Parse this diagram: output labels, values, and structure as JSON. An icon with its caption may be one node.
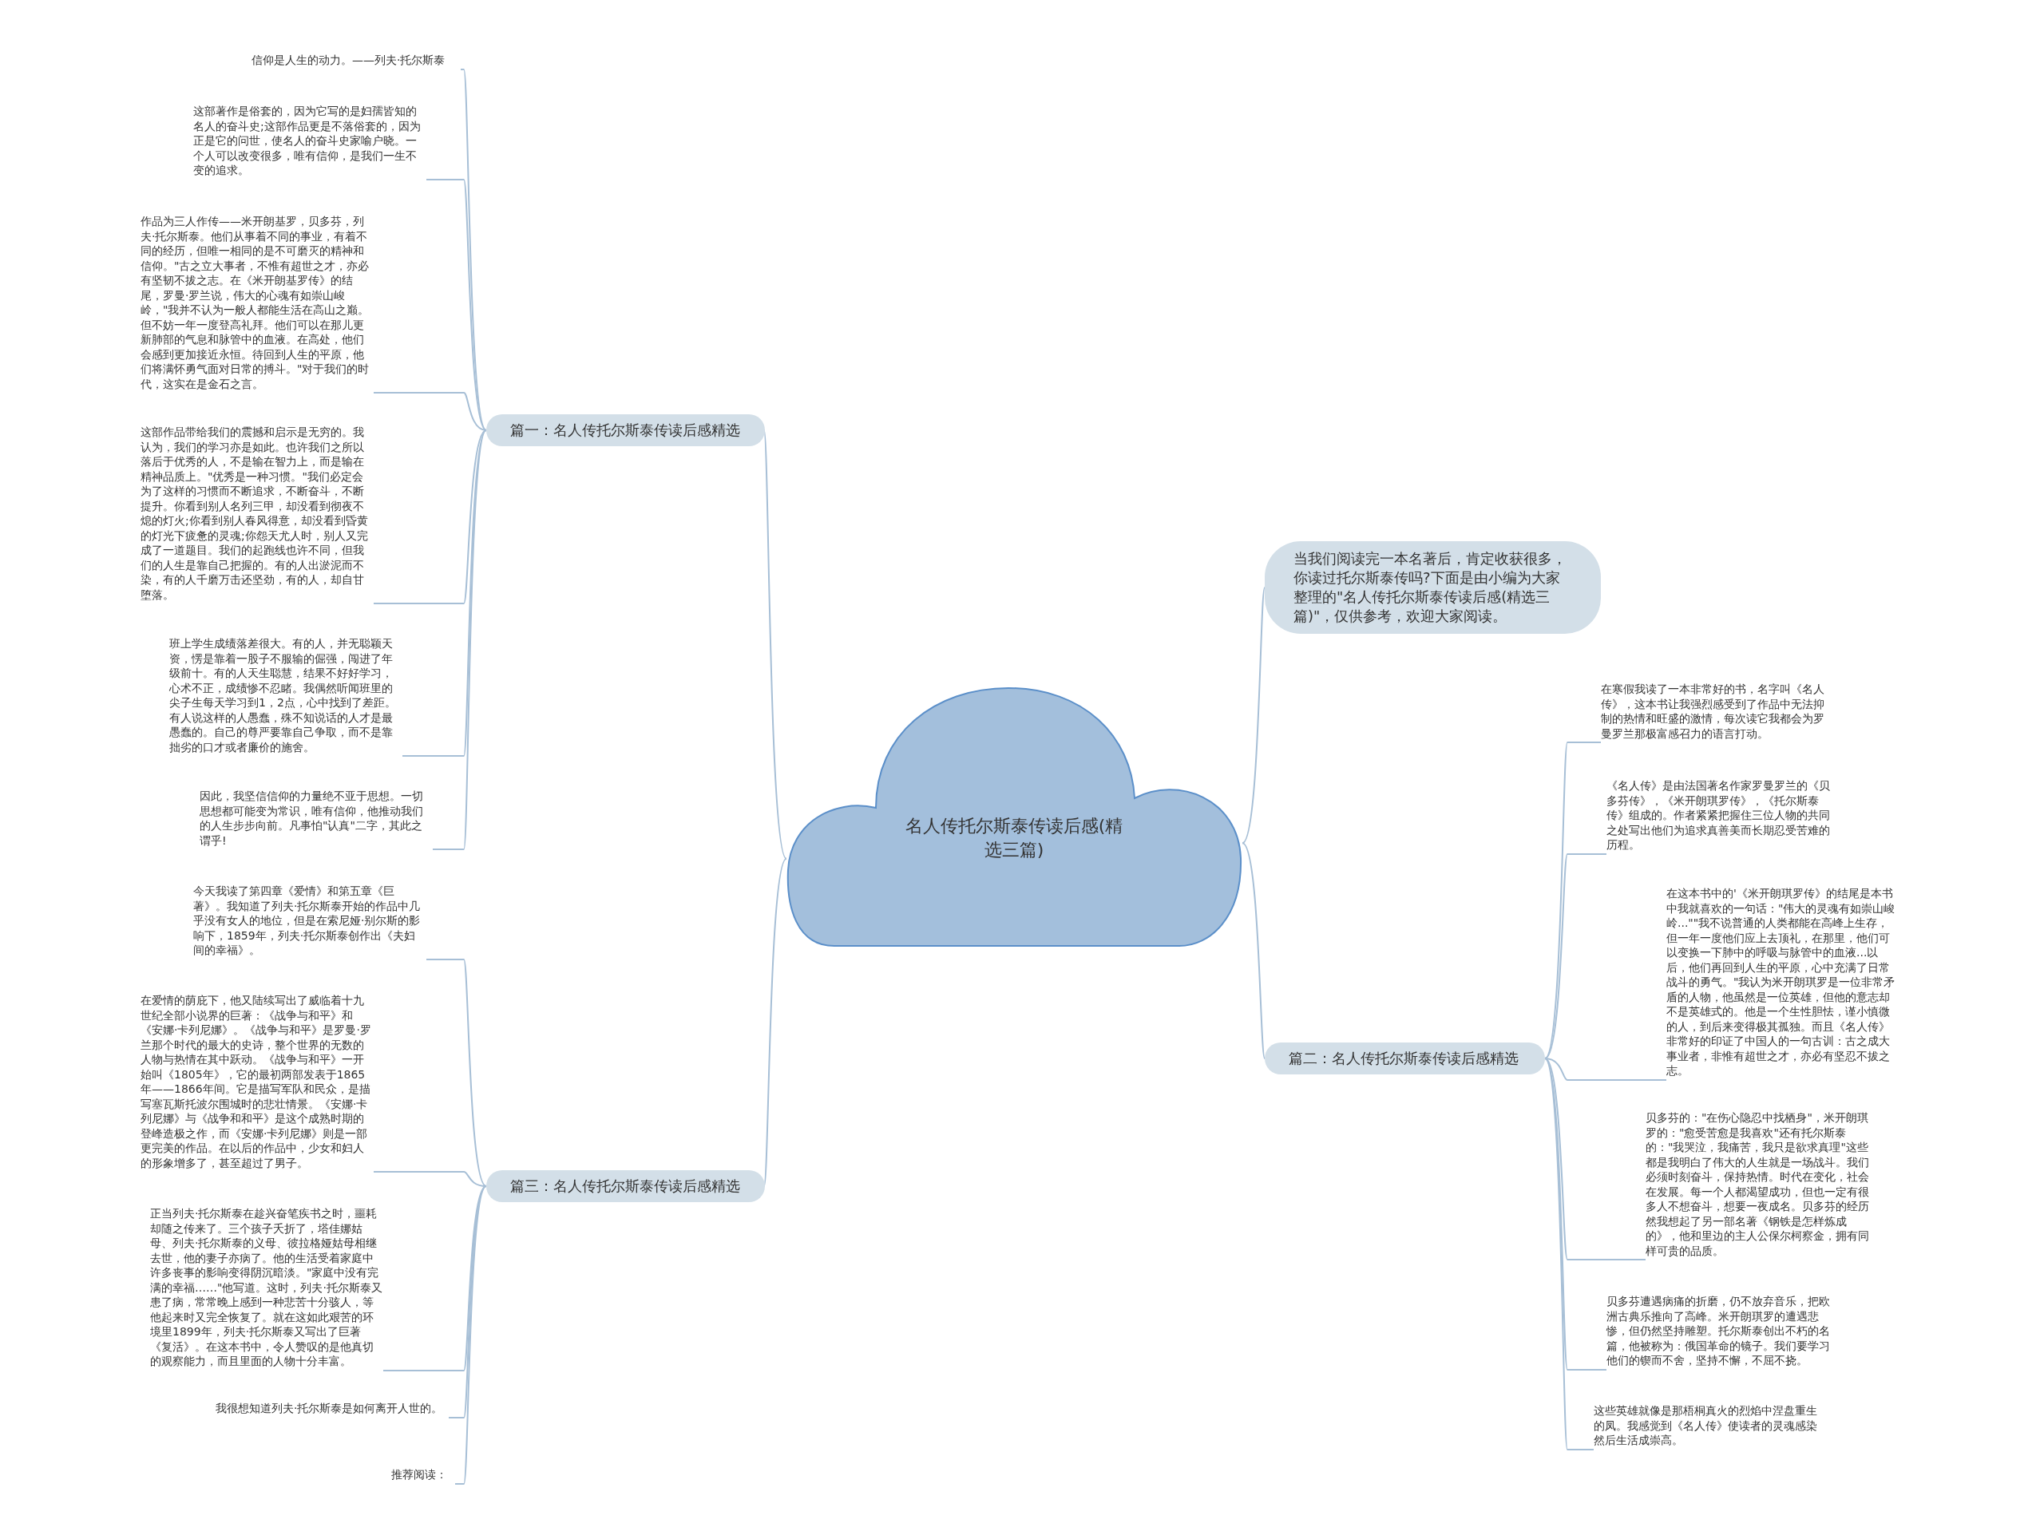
{
  "diagram": {
    "nodes": [
      {
        "text": [
          "名人传托尔斯泰传读后感(精选三篇)"
        ]
      },
      {
        "text": [
          "篇一：名人传托尔斯泰传读后感精选"
        ]
      },
      {
        "text": [
          "信仰是人生的动力。——列夫·托尔斯泰"
        ]
      },
      {
        "text": [
          "这部著作是俗套的，因为它写的是妇孺皆知的名人的奋斗史;这部作品更是不落俗套的，因为正是它的问世，使名人的奋斗史家喻户晓。一个人可以改变很多，唯有信仰，是我们一生不变的追求。"
        ]
      },
      {
        "text": [
          "作品为三人作传——米开朗基罗，贝多芬，列夫·托尔斯泰。他们从事着不同的事业，有着不同的经历，但唯一相同的是不可磨灭的精神和信仰。\"古之立大事者，不惟有超世之才，亦必有坚韧不拔之志。在《米开朗基罗传》的结尾，罗曼·罗兰说，伟大的心魂有如崇山峻岭，\"我并不认为一般人都能生活在高山之巅。但不妨一年一度登高礼拜。他们可以在那儿更新肺部的气息和脉管中的血液。在高处，他们会感到更加接近永恒。待回到人生的平原，他们将满怀勇气面对日常的搏斗。\"对于我们的时代，这实在是金石之言。"
        ]
      },
      {
        "text": [
          "这部作品带给我们的震撼和启示是无穷的。我认为，我们的学习亦是如此。也许我们之所以落后于优秀的人，不是输在智力上，而是输在精神品质上。\"优秀是一种习惯。\"我们必定会为了这样的习惯而不断追求，不断奋斗，不断提升。你看到别人名列三甲，却没看到彻夜不熄的灯火;你看到别人春风得意，却没看到昏黄的灯光下疲惫的灵魂;你怨天尤人时，别人又完成了一道题目。我们的起跑线也许不同，但我们的人生是靠自己把握的。有的人出淤泥而不染，有的人千磨万击还坚劲，有的人，却自甘堕落。"
        ]
      },
      {
        "text": [
          "班上学生成绩落差很大。有的人，并无聪颖天资，愣是靠着一股子不服输的倔强，闯进了年级前十。有的人天生聪慧，结果不好好学习，心术不正，成绩惨不忍睹。我偶然听闻班里的尖子生每天学习到1，2点，心中找到了差距。有人说这样的人愚蠢，殊不知说话的人才是最愚蠢的。自己的尊严要靠自己争取，而不是靠拙劣的口才或者廉价的施舍。"
        ]
      },
      {
        "text": [
          "因此，我坚信信仰的力量绝不亚于思想。一切思想都可能变为常识，唯有信仰，他推动我们的人生步步向前。凡事怕\"认真\"二字，其此之谓乎!"
        ]
      },
      {
        "text": [
          "篇三：名人传托尔斯泰传读后感精选"
        ]
      },
      {
        "text": [
          "今天我读了第四章《爱情》和第五章《巨著》。我知道了列夫·托尔斯泰开始的作品中几乎没有女人的地位，但是在索尼娅·别尔斯的影响下，1859年，列夫·托尔斯泰创作出《夫妇间的幸福》。"
        ]
      },
      {
        "text": [
          "在爱情的荫庇下，他又陆续写出了威临着十九世纪全部小说界的巨著：《战争与和平》和《安娜·卡列尼娜》。《战争与和平》是罗曼·罗兰那个时代的最大的史诗，整个世界的无数的人物与热情在其中跃动。《战争与和平》一开始叫《1805年》，它的最初两部发表于1865年——1866年间。它是描写军队和民众，是描写塞瓦斯托波尔围城时的悲壮情景。《安娜·卡列尼娜》与《战争和和平》是这个成熟时期的登峰造极之作，而《安娜·卡列尼娜》则是一部更完美的作品。在以后的作品中，少女和妇人的形象增多了，甚至超过了男子。"
        ]
      },
      {
        "text": [
          "正当列夫·托尔斯泰在趁兴奋笔疾书之时，噩耗却随之传来了。三个孩子夭折了，塔佳娜姑母、列夫·托尔斯泰的义母、彼拉格娅姑母相继去世，他的妻子亦病了。他的生活受着家庭中许多丧事的影响变得阴沉暗淡。\"家庭中没有完满的幸福……\"他写道。这时，列夫·托尔斯泰又患了病，常常晚上感到一种悲苦十分骇人，等他起来时又完全恢复了。就在这如此艰苦的环境里1899年，列夫·托尔斯泰又写出了巨著《复活》。在这本书中，令人赞叹的是他真切的观察能力，而且里面的人物十分丰富。"
        ]
      },
      {
        "text": [
          "我很想知道列夫·托尔斯泰是如何离开人世的。"
        ]
      },
      {
        "text": [
          "推荐阅读："
        ]
      },
      {
        "text": [
          "当我们阅读完一本名著后，肯定收获很多，你读过托尔斯泰传吗?下面是由小编为大家整理的\"名人传托尔斯泰传读后感(精选三篇)\"，仅供参考，欢迎大家阅读。"
        ]
      },
      {
        "text": [
          "篇二：名人传托尔斯泰传读后感精选"
        ]
      },
      {
        "text": [
          "在寒假我读了一本非常好的书，名字叫《名人传》，这本书让我强烈感受到了作品中无法抑制的热情和旺盛的激情，每次读它我都会为罗曼罗兰那极富感召力的语言打动。"
        ]
      },
      {
        "text": [
          "《名人传》是由法国著名作家罗曼罗兰的《贝多芬传》，《米开朗琪罗传》，《托尔斯泰传》组成的。作者紧紧把握住三位人物的共同之处写出他们为追求真善美而长期忍受苦难的历程。"
        ]
      },
      {
        "text": [
          "在这本书中的'《米开朗琪罗传》的结尾是本书中我就喜欢的一句话：\"伟大的灵魂有如崇山峻岭...\"\"我不说普通的人类都能在高峰上生存，但一年一度他们应上去顶礼，在那里，他们可以变换一下肺中的呼吸与脉管中的血液...以后，他们再回到人生的平原，心中充满了日常战斗的勇气。\"我认为米开朗琪罗是一位非常矛盾的人物，他虽然是一位英雄，但他的意志却不是英雄式的。他是一个生性胆怯，谨小慎微的人，到后来变得极其孤独。而且《名人传》非常好的印证了中国人的一句古训：古之成大事业者，非惟有超世之才，亦必有坚忍不拔之志。"
        ]
      },
      {
        "text": [
          "贝多芬的：\"在伤心隐忍中找栖身\"，米开朗琪罗的：\"愈受苦愈是我喜欢\"还有托尔斯泰的：\"我哭泣，我痛苦，我只是欲求真理\"这些都是我明白了伟大的人生就是一场战斗。我们必须时刻奋斗，保持热情。时代在变化，社会在发展。每一个人都渴望成功，但也一定有很多人不想奋斗，想要一夜成名。贝多芬的经历然我想起了另一部名著《钢铁是怎样炼成的》，他和里边的主人公保尔柯察金，拥有同样可贵的品质。"
        ]
      },
      {
        "text": [
          "贝多芬遭遇病痛的折磨，仍不放弃音乐，把欧洲古典乐推向了高峰。米开朗琪罗的遭遇悲惨，但仍然坚持雕塑。托尔斯泰创出不朽的名篇，他被称为：俄国革命的镜子。我们要学习他们的锲而不舍，坚持不懈，不屈不挠。"
        ]
      },
      {
        "text": [
          "这些英雄就像是那梧桐真火的烈焰中涅盘重生的凤。我感觉到《名人传》使读者的灵魂感染然后生活成崇高。"
        ]
      }
    ],
    "edges": [
      {
        "from": 0,
        "to": 1,
        "arrow": "none"
      },
      {
        "from": 0,
        "to": 8,
        "arrow": "none"
      },
      {
        "from": 0,
        "to": 14,
        "arrow": "none"
      },
      {
        "from": 0,
        "to": 15,
        "arrow": "none"
      },
      {
        "from": 1,
        "to": 2,
        "arrow": "none"
      },
      {
        "from": 1,
        "to": 3,
        "arrow": "none"
      },
      {
        "from": 1,
        "to": 4,
        "arrow": "none"
      },
      {
        "from": 1,
        "to": 5,
        "arrow": "none"
      },
      {
        "from": 1,
        "to": 6,
        "arrow": "none"
      },
      {
        "from": 1,
        "to": 7,
        "arrow": "none"
      },
      {
        "from": 8,
        "to": 9,
        "arrow": "none"
      },
      {
        "from": 8,
        "to": 10,
        "arrow": "none"
      },
      {
        "from": 8,
        "to": 11,
        "arrow": "none"
      },
      {
        "from": 8,
        "to": 12,
        "arrow": "none"
      },
      {
        "from": 8,
        "to": 13,
        "arrow": "none"
      },
      {
        "from": 15,
        "to": 16,
        "arrow": "none"
      },
      {
        "from": 15,
        "to": 17,
        "arrow": "none"
      },
      {
        "from": 15,
        "to": 18,
        "arrow": "none"
      },
      {
        "from": 15,
        "to": 19,
        "arrow": "none"
      },
      {
        "from": 15,
        "to": 20,
        "arrow": "none"
      },
      {
        "from": 15,
        "to": 21,
        "arrow": "none"
      }
    ]
  }
}
